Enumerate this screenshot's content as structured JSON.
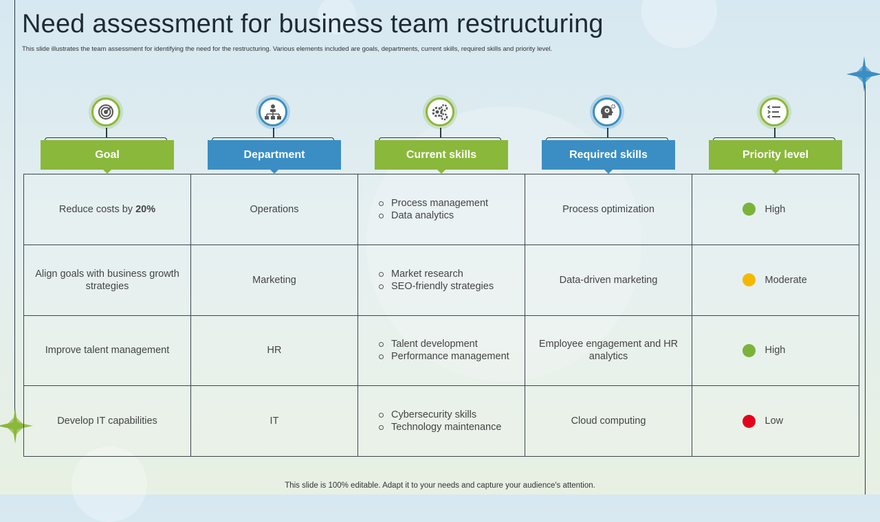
{
  "slide": {
    "title": "Need assessment for business team restructuring",
    "subtitle": "This slide illustrates the team assessment for identifying the need for the restructuring. Various elements included are goals, departments, current skills, required skills and priority level.",
    "footer": "This slide is 100% editable. Adapt it to your needs and capture your audience's attention."
  },
  "columns": [
    {
      "label": "Goal",
      "icon": "target-icon",
      "color": "#8ab83a"
    },
    {
      "label": "Department",
      "icon": "org-chart-icon",
      "color": "#3a8ec4"
    },
    {
      "label": "Current skills",
      "icon": "gears-icon",
      "color": "#8ab83a"
    },
    {
      "label": "Required skills",
      "icon": "brain-gear-icon",
      "color": "#3a8ec4"
    },
    {
      "label": "Priority level",
      "icon": "priority-list-icon",
      "color": "#8ab83a"
    }
  ],
  "rows": [
    {
      "goal_text": "Reduce costs by ",
      "goal_bold": "20%",
      "department": "Operations",
      "current_skills": [
        "Process management",
        "Data analytics"
      ],
      "required_skills": "Process optimization",
      "priority": {
        "label": "High",
        "color": "#7ab33a"
      }
    },
    {
      "goal_text": "Align goals with business growth strategies",
      "goal_bold": "",
      "department": "Marketing",
      "current_skills": [
        "Market research",
        "SEO-friendly strategies"
      ],
      "required_skills": "Data-driven marketing",
      "priority": {
        "label": "Moderate",
        "color": "#f5b800"
      }
    },
    {
      "goal_text": "Improve talent management",
      "goal_bold": "",
      "department": "HR",
      "current_skills": [
        "Talent development",
        "Performance management"
      ],
      "required_skills": "Employee engagement and HR analytics",
      "priority": {
        "label": "High",
        "color": "#7ab33a"
      }
    },
    {
      "goal_text": "Develop IT capabilities",
      "goal_bold": "",
      "department": "IT",
      "current_skills": [
        "Cybersecurity skills",
        "Technology maintenance"
      ],
      "required_skills": "Cloud computing",
      "priority": {
        "label": "Low",
        "color": "#e3001b"
      }
    }
  ]
}
